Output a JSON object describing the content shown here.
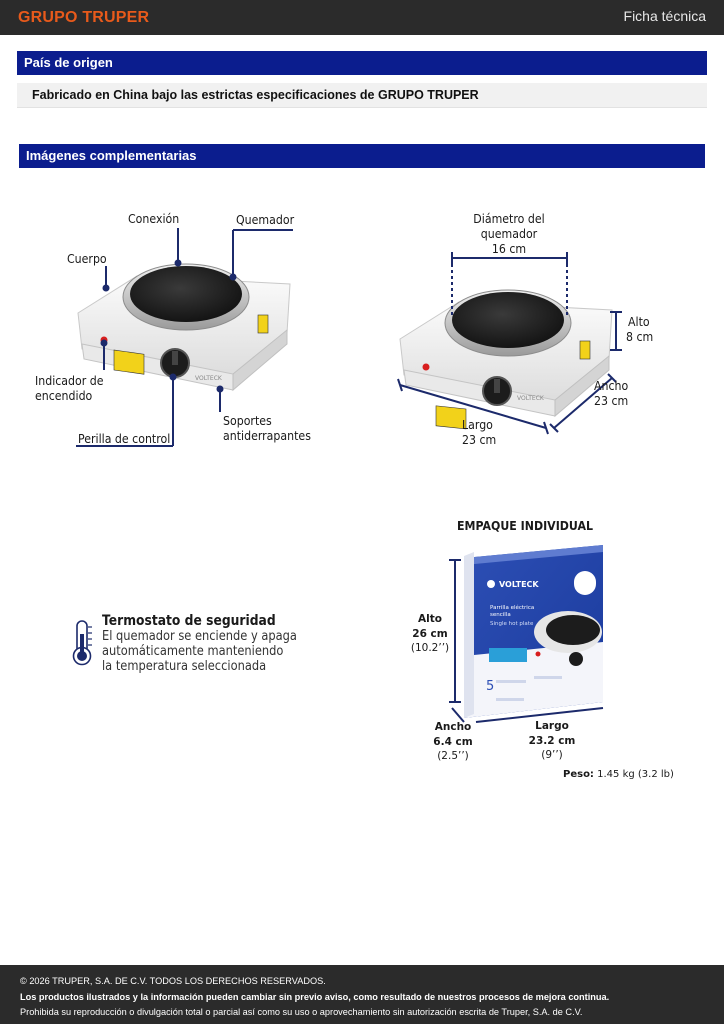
{
  "header": {
    "logo": "GRUPO TRUPER",
    "doc_type": "Ficha técnica"
  },
  "origin": {
    "title": "País de origen",
    "text": "Fabricado en China bajo las estrictas especificaciones de GRUPO TRUPER"
  },
  "images": {
    "title": "Imágenes complementarias"
  },
  "product_brand": "VOLTECK",
  "parts": {
    "conexion": "Conexión",
    "quemador": "Quemador",
    "cuerpo": "Cuerpo",
    "indicador_1": "Indicador de",
    "indicador_2": "encendido",
    "perilla": "Perilla de control",
    "soportes_1": "Soportes",
    "soportes_2": "antiderrapantes"
  },
  "dimensions": {
    "diametro_1": "Diámetro del",
    "diametro_2": "quemador",
    "diametro_3": "16 cm",
    "alto_label": "Alto",
    "alto_value": "8 cm",
    "ancho_label": "Ancho",
    "ancho_value": "23 cm",
    "largo_label": "Largo",
    "largo_value": "23 cm"
  },
  "packaging": {
    "title": "EMPAQUE INDIVIDUAL",
    "alto_label": "Alto",
    "alto_cm": "26 cm",
    "alto_in": "(10.2’’)",
    "ancho_label": "Ancho",
    "ancho_cm": "6.4 cm",
    "ancho_in": "(2.5’’)",
    "largo_label": "Largo",
    "largo_cm": "23.2 cm",
    "largo_in": "(9’’)",
    "peso_label": "Peso:",
    "peso_value": "1.45 kg (3.2 lb)",
    "box_brand": "VOLTECK",
    "box_line1": "Parrilla eléctrica",
    "box_line2": "sencilla",
    "box_line3": "Single hot plate"
  },
  "thermostat": {
    "title": "Termostato de seguridad",
    "line1": "El quemador se enciende y apaga",
    "line2": "automáticamente manteniendo",
    "line3": "la temperatura seleccionada"
  },
  "footer": {
    "line1": "© 2026 TRUPER, S.A. DE C.V. TODOS LOS DERECHOS RESERVADOS.",
    "line2": "Los productos ilustrados y la información pueden cambiar sin previo aviso, como resultado de nuestros procesos de mejora continua.",
    "line3": "Prohibida su reproducción o divulgación total o parcial así como su uso o aprovechamiento sin autorización escrita de Truper, S.A. de C.V."
  },
  "colors": {
    "brand_orange": "#e85a1b",
    "section_blue": "#0b1d8e",
    "callout_navy": "#1c2a6b"
  }
}
